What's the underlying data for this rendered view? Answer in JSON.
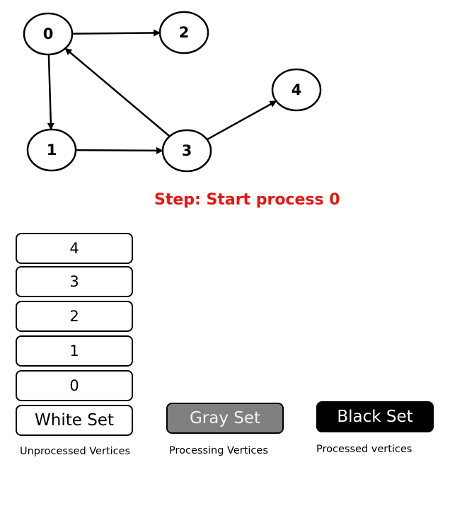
{
  "graph": {
    "nodes": [
      {
        "id": "0",
        "label": "0"
      },
      {
        "id": "2",
        "label": "2"
      },
      {
        "id": "4",
        "label": "4"
      },
      {
        "id": "1",
        "label": "1"
      },
      {
        "id": "3",
        "label": "3"
      }
    ],
    "edges": [
      {
        "from": "0",
        "to": "2"
      },
      {
        "from": "0",
        "to": "1"
      },
      {
        "from": "1",
        "to": "3"
      },
      {
        "from": "3",
        "to": "0"
      },
      {
        "from": "3",
        "to": "4"
      }
    ]
  },
  "step_text": "Step: Start process 0",
  "white_set": {
    "items": [
      "4",
      "3",
      "2",
      "1",
      "0"
    ],
    "label": "White Set",
    "caption": "Unprocessed Vertices"
  },
  "gray_set": {
    "items": [],
    "label": "Gray Set",
    "caption": "Processing Vertices",
    "fill_color": "#808080",
    "text_color": "#f2f2f2"
  },
  "black_set": {
    "items": [],
    "label": "Black Set",
    "caption": "Processed vertices",
    "fill_color": "#000000",
    "text_color": "#ffffff"
  }
}
